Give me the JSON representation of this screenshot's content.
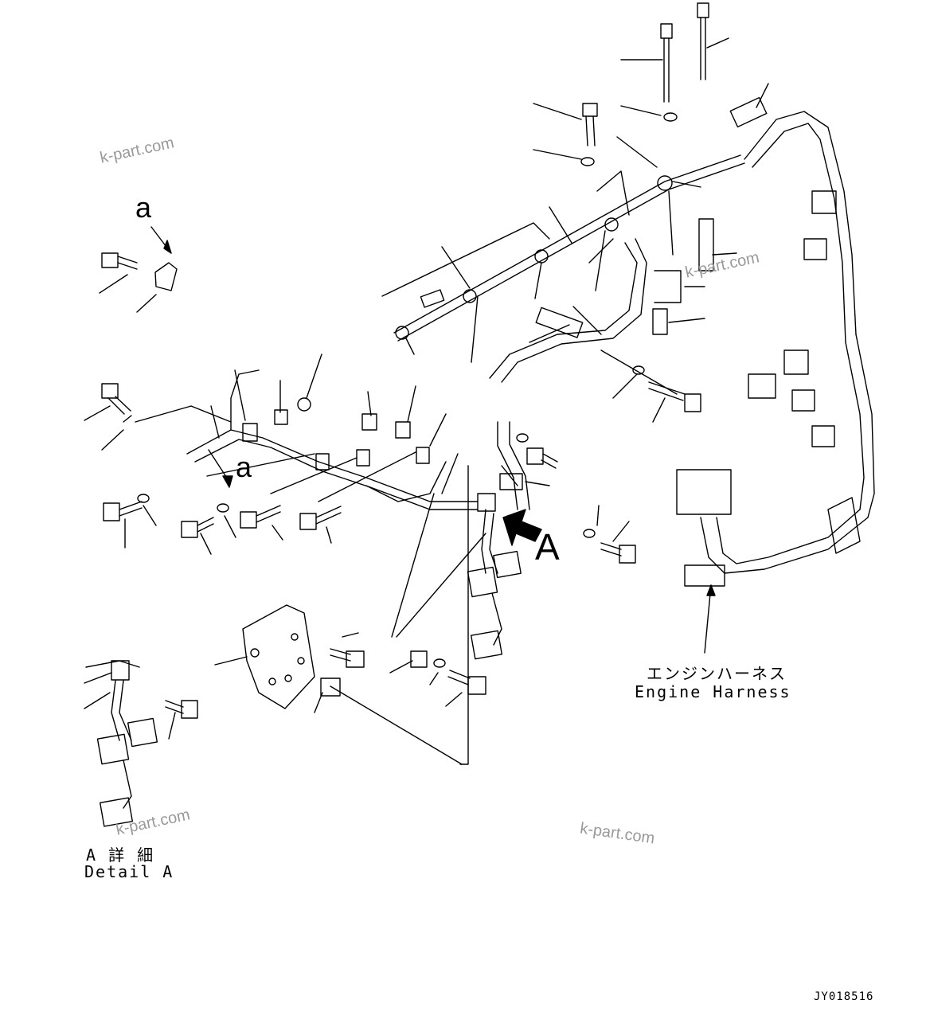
{
  "watermarks": [
    "k-part.com",
    "k-part.com",
    "k-part.com",
    "k-part.com"
  ],
  "labels": {
    "view_a_marker": "A",
    "detail_a_marker_top": "a",
    "detail_a_marker_bottom": "a",
    "engine_harness_jp": "エンジンハーネス",
    "engine_harness_en": "Engine Harness",
    "detail_a_jp": "A 詳 細",
    "detail_a_en": "Detail A",
    "drawing_number": "JY018516"
  }
}
